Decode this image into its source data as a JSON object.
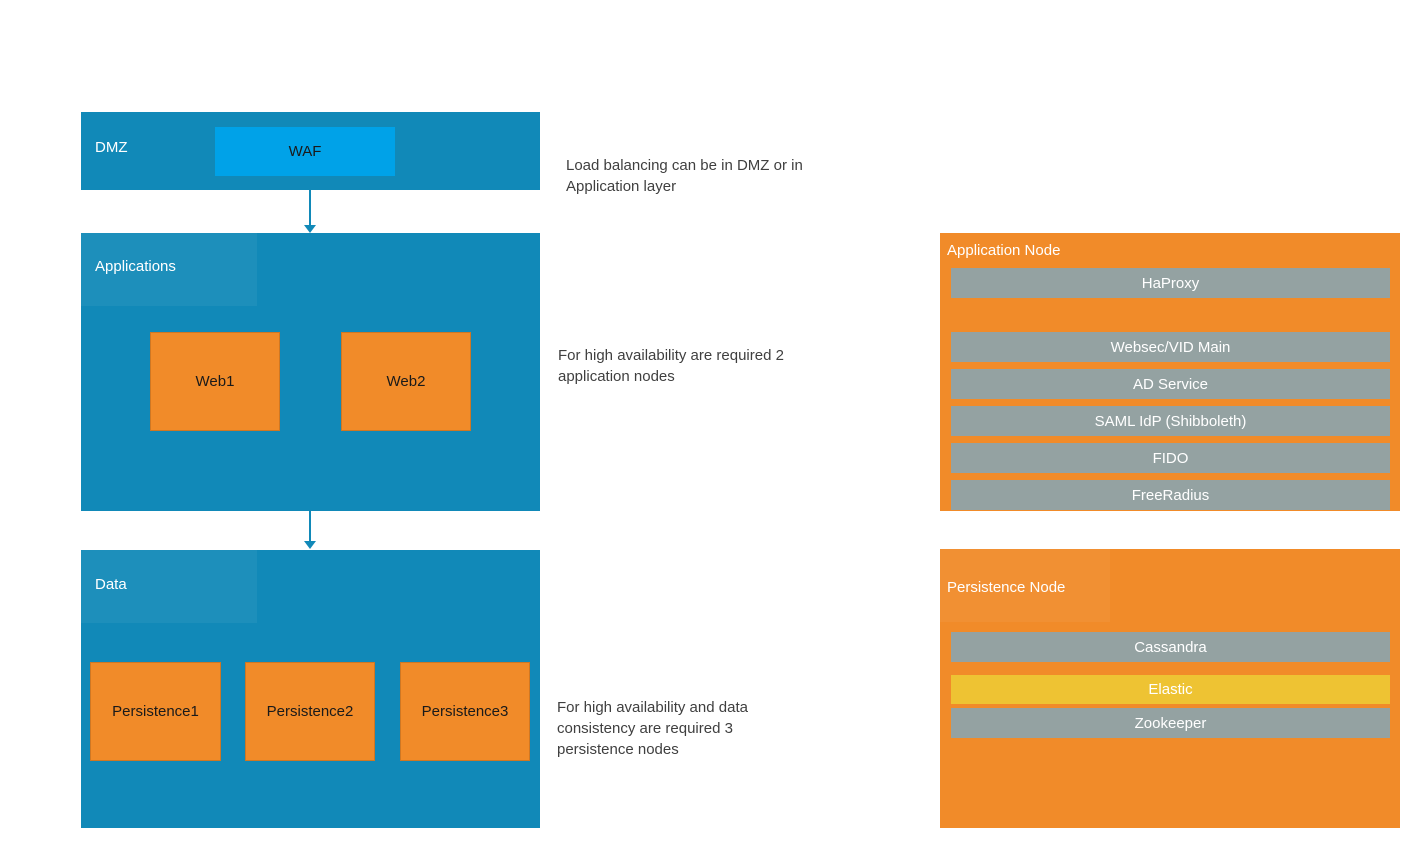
{
  "colors": {
    "layer_teal": "#1189b8",
    "waf_blue": "#00a2e8",
    "node_orange": "#f18b29",
    "service_gray": "#94a2a2",
    "highlight_yellow": "#eec333",
    "annotation_text": "#3f3f3f",
    "layer_label_text": "#ffffff",
    "shape_label_text": "#1a1a1a"
  },
  "dmz": {
    "label": "DMZ",
    "waf_label": "WAF"
  },
  "applications": {
    "label": "Applications",
    "nodes": [
      "Web1",
      "Web2"
    ]
  },
  "data_layer": {
    "label": "Data",
    "nodes": [
      "Persistence1",
      "Persistence2",
      "Persistence3"
    ]
  },
  "annotations": [
    {
      "text": "Load balancing can be in DMZ or in Application layer"
    },
    {
      "text": "For high availability are required 2 application nodes"
    },
    {
      "text": "For high availability and data consistency are required 3 persistence nodes"
    }
  ],
  "application_node": {
    "label": "Application Node",
    "services": [
      "HaProxy",
      "Websec/VID Main",
      "AD Service",
      "SAML IdP (Shibboleth)",
      "FIDO",
      "FreeRadius"
    ]
  },
  "persistence_node": {
    "label": "Persistence Node",
    "services": [
      {
        "name": "Cassandra",
        "highlight": false
      },
      {
        "name": "Elastic",
        "highlight": true
      },
      {
        "name": "Zookeeper",
        "highlight": false
      }
    ]
  }
}
